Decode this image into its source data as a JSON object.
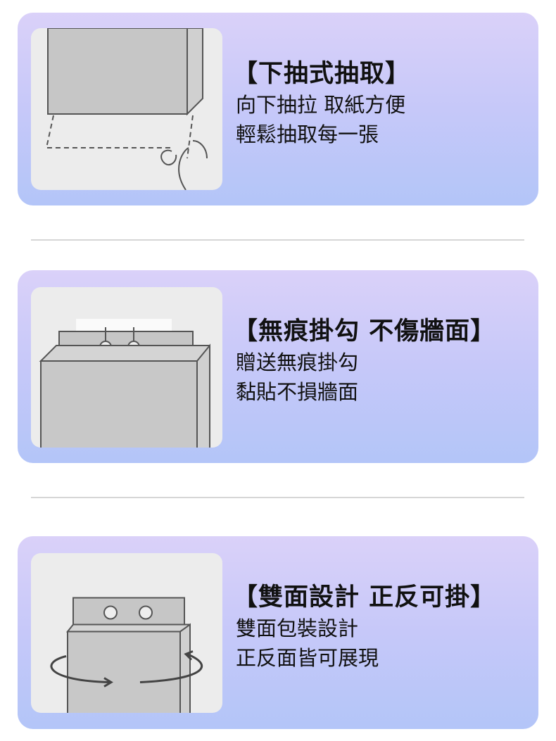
{
  "features": [
    {
      "title": "【下抽式抽取】",
      "lines": [
        "向下抽拉 取紙方便",
        "輕鬆抽取每一張"
      ],
      "illustration": "pull-down-tissue"
    },
    {
      "title": "【無痕掛勾 不傷牆面】",
      "lines": [
        "贈送無痕掛勾",
        "黏貼不損牆面"
      ],
      "illustration": "adhesive-hook"
    },
    {
      "title": "【雙面設計 正反可掛】",
      "lines": [
        "雙面包裝設計",
        "正反面皆可展現"
      ],
      "illustration": "double-sided-rotate"
    }
  ],
  "colors": {
    "card_top": "#dad1f9",
    "card_bottom": "#b3c5f8",
    "panel": "#ececec",
    "box": "#c8c8c8"
  }
}
